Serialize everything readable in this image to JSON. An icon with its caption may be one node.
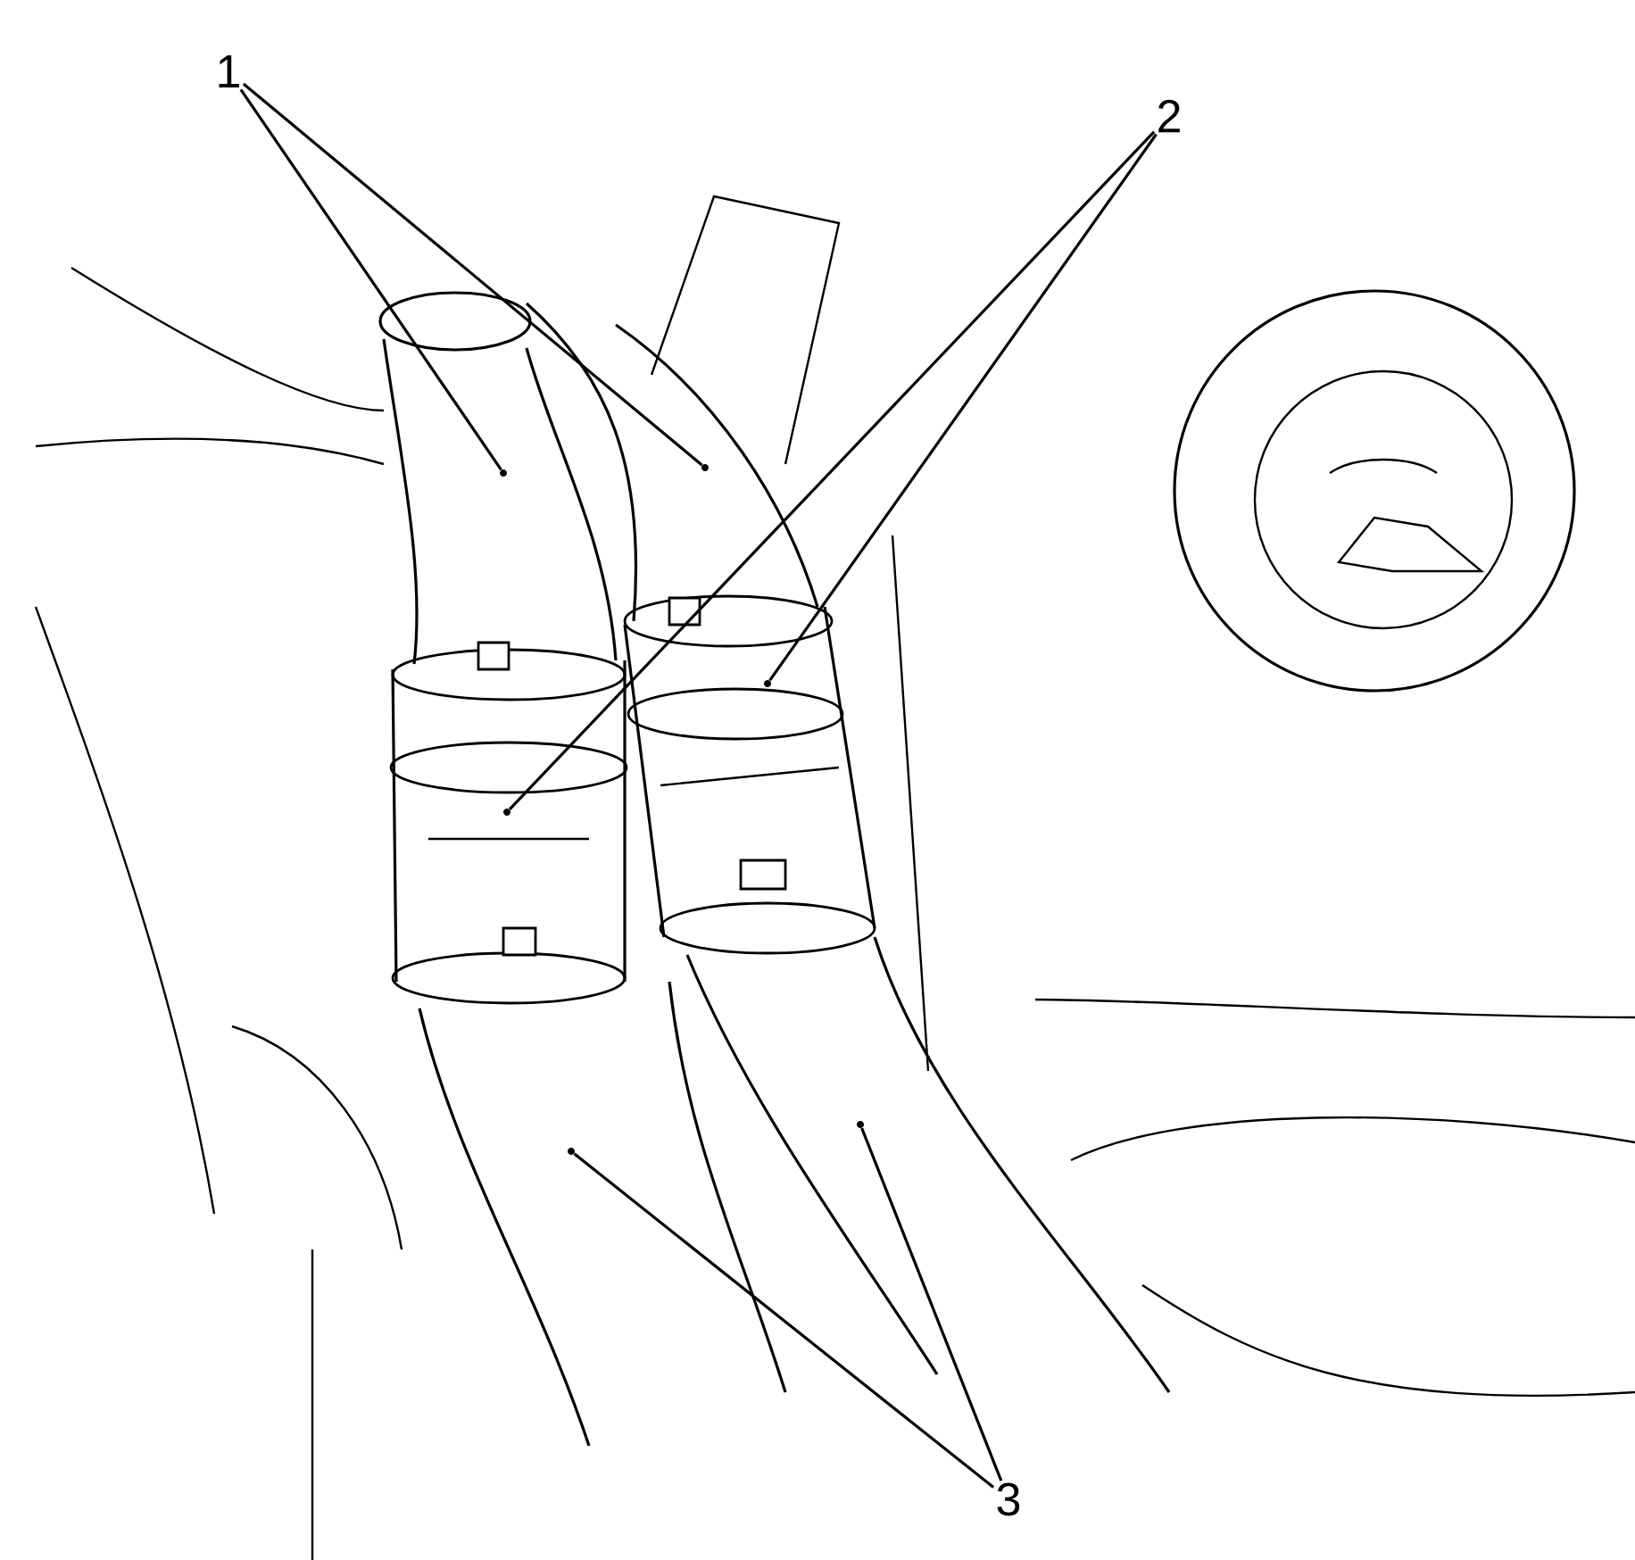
{
  "diagram": {
    "nodes": [
      {
        "text": [
          "1"
        ]
      },
      {
        "text": [],
        "shape": "picture"
      },
      {
        "text": [],
        "shape": "picture"
      },
      {
        "text": [
          "2"
        ]
      },
      {
        "text": [],
        "shape": "picture"
      },
      {
        "text": [],
        "shape": "picture"
      },
      {
        "text": [
          "3"
        ]
      },
      {
        "text": [],
        "shape": "picture"
      },
      {
        "text": [],
        "shape": "picture"
      }
    ],
    "edges": [
      {
        "from": 0,
        "to": 1,
        "arrow": "none"
      },
      {
        "from": 0,
        "to": 2,
        "arrow": "none"
      },
      {
        "from": 3,
        "to": 4,
        "arrow": "none"
      },
      {
        "from": 3,
        "to": 5,
        "arrow": "none"
      },
      {
        "from": 6,
        "to": 7,
        "arrow": "none"
      },
      {
        "from": 6,
        "to": 8,
        "arrow": "none"
      }
    ]
  }
}
